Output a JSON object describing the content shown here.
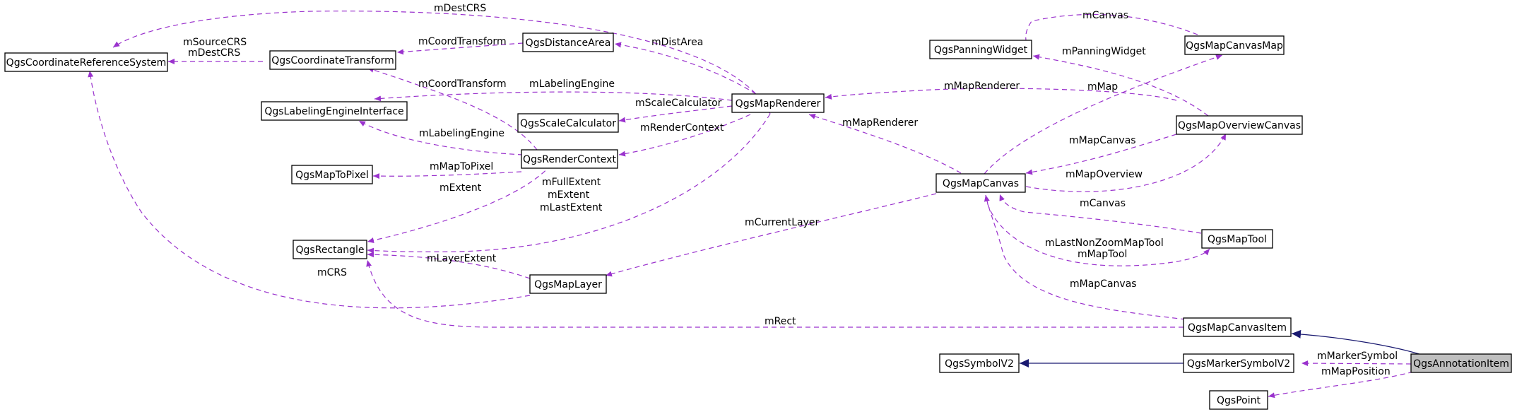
{
  "nodes": {
    "crs": "QgsCoordinateReferenceSystem",
    "ct": "QgsCoordinateTransform",
    "da": "QgsDistanceArea",
    "lei": "QgsLabelingEngineInterface",
    "sc": "QgsScaleCalculator",
    "rc": "QgsRenderContext",
    "m2p": "QgsMapToPixel",
    "rect": "QgsRectangle",
    "ml": "QgsMapLayer",
    "mr": "QgsMapRenderer",
    "pw": "QgsPanningWidget",
    "mcm": "QgsMapCanvasMap",
    "moc": "QgsMapOverviewCanvas",
    "mc": "QgsMapCanvas",
    "mt": "QgsMapTool",
    "mci": "QgsMapCanvasItem",
    "sym": "QgsSymbolV2",
    "msym": "QgsMarkerSymbolV2",
    "ai": "QgsAnnotationItem",
    "pt": "QgsPoint"
  },
  "edges": {
    "mDestCRS": "mDestCRS",
    "mSourceCRS": "mSourceCRS",
    "mDestCRS2": "mDestCRS",
    "mCoordTransform": "mCoordTransform",
    "mCoordTransform2": "mCoordTransform",
    "mDistArea": "mDistArea",
    "mLabelingEngine": "mLabelingEngine",
    "mLabelingEngine2": "mLabelingEngine",
    "mScaleCalculator": "mScaleCalculator",
    "mRenderContext": "mRenderContext",
    "mMapToPixel": "mMapToPixel",
    "mExtent": "mExtent",
    "mFullExtent": "mFullExtent",
    "mExtent2": "mExtent",
    "mLastExtent": "mLastExtent",
    "mCurrentLayer": "mCurrentLayer",
    "mLayerExtent": "mLayerExtent",
    "mCRS": "mCRS",
    "mRect": "mRect",
    "mCanvas": "mCanvas",
    "mPanningWidget": "mPanningWidget",
    "mMapRenderer": "mMapRenderer",
    "mMap": "mMap",
    "mMapRenderer2": "mMapRenderer",
    "mMapCanvas": "mMapCanvas",
    "mMapOverview": "mMapOverview",
    "mCanvas2": "mCanvas",
    "mLastNonZoomMapTool": "mLastNonZoomMapTool",
    "mMapTool": "mMapTool",
    "mMapCanvas2": "mMapCanvas",
    "mMarkerSymbol": "mMarkerSymbol",
    "mMapPosition": "mMapPosition"
  },
  "colors": {
    "uses_edge": "#9a32cd",
    "inherit_edge": "#191970",
    "highlight_fill": "#bfbfbf"
  }
}
